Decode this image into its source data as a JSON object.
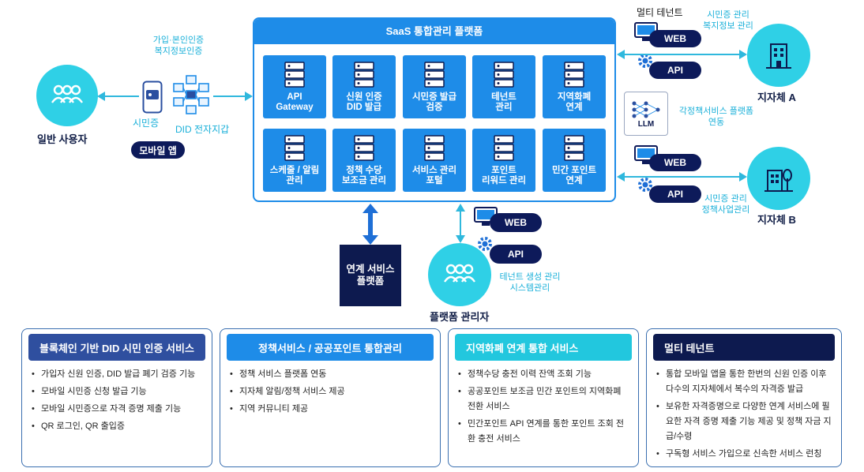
{
  "user": {
    "label": "일반 사용자"
  },
  "mobile": {
    "cert_label": "가입·본인인증\n복지정보인증",
    "id_label": "시민증",
    "wallet_label": "DID 전자지갑",
    "app_label": "모바일 앱"
  },
  "platform": {
    "title": "SaaS 통합관리 플랫폼",
    "tiles": [
      "API\nGateway",
      "신원 인증\nDID 발급",
      "시민증 발급\n검증",
      "테넌트\n관리",
      "지역화폐\n연계",
      "스케줄 / 알림\n관리",
      "정책 수당\n보조금 관리",
      "서비스 관리\n포털",
      "포인트\n리워드 관리",
      "민간 포인트\n연계"
    ]
  },
  "tenant": {
    "label": "멀티 테넌트"
  },
  "city_a": {
    "label": "지자체 A",
    "note": "시민증 관리\n복지정보 관리"
  },
  "city_b": {
    "label": "지자체 B",
    "note": "시민증 관리\n정책사업관리"
  },
  "web_label": "WEB",
  "api_label": "API",
  "llm": {
    "label": "LLM",
    "note": "각정책서비스 플랫폼\n연동"
  },
  "link_service": {
    "label": "연계 서비스\n플랫폼"
  },
  "admin": {
    "label": "플랫폼 관리자",
    "note": "테넌트 생성 관리\n시스템관리"
  },
  "cards": [
    {
      "title": "블록체인 기반 DID 시민 인증 서비스",
      "color": "#2f4f9f",
      "items": [
        "가입자 신원 인증, DID 발급 폐기 검증 기능",
        "모바일 시민증 신청 발급 기능",
        "모바일 시민증으로 자격 증명 제출 기능",
        "QR 로그인, QR 출입증"
      ]
    },
    {
      "title": "정책서비스 / 공공포인트 통합관리",
      "color": "#1e8ce8",
      "items": [
        "정책 서비스 플랫폼 연동",
        "지자체 알림/정책 서비스 제공",
        "지역 커뮤니티 제공"
      ]
    },
    {
      "title": "지역화폐 연계 통합 서비스",
      "color": "#22c7de",
      "items": [
        "정책수당 충전 이력 잔액 조회 기능",
        "공공포인트 보조금 민간 포인트의 지역화폐 전환 서비스",
        "민간포인트 API 연계를 통한 포인트 조회 전환 충전 서비스"
      ]
    },
    {
      "title": "멀티 테넌트",
      "color": "#0d1a4f",
      "items": [
        "통합 모바일 앱을 통한 한번의 신원 인증 이후 다수의 지자체에서 복수의 자격증 발급",
        "보유한 자격증명으로 다양한 연계 서비스에 필요한 자격 증명 제출 기능 제공 및 정책 자금 지급/수령",
        "구독형 서비스 가입으로 신속한 서비스 런칭"
      ]
    }
  ]
}
